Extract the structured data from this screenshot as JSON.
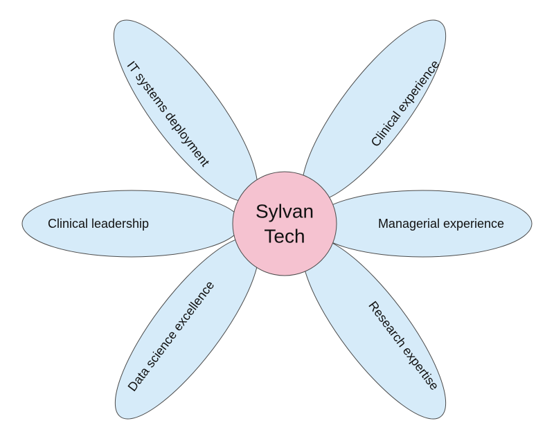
{
  "center": {
    "line1": "Sylvan",
    "line2": "Tech"
  },
  "petals": [
    "IT systems deployment",
    "Clinical experience",
    "Clinical leadership",
    "Managerial experience",
    "Data science excellence",
    "Research expertise"
  ],
  "colors": {
    "petal_fill": "#c5e3f7",
    "center_fill": "#f5c2d0",
    "outline": "#4a4a4a"
  }
}
